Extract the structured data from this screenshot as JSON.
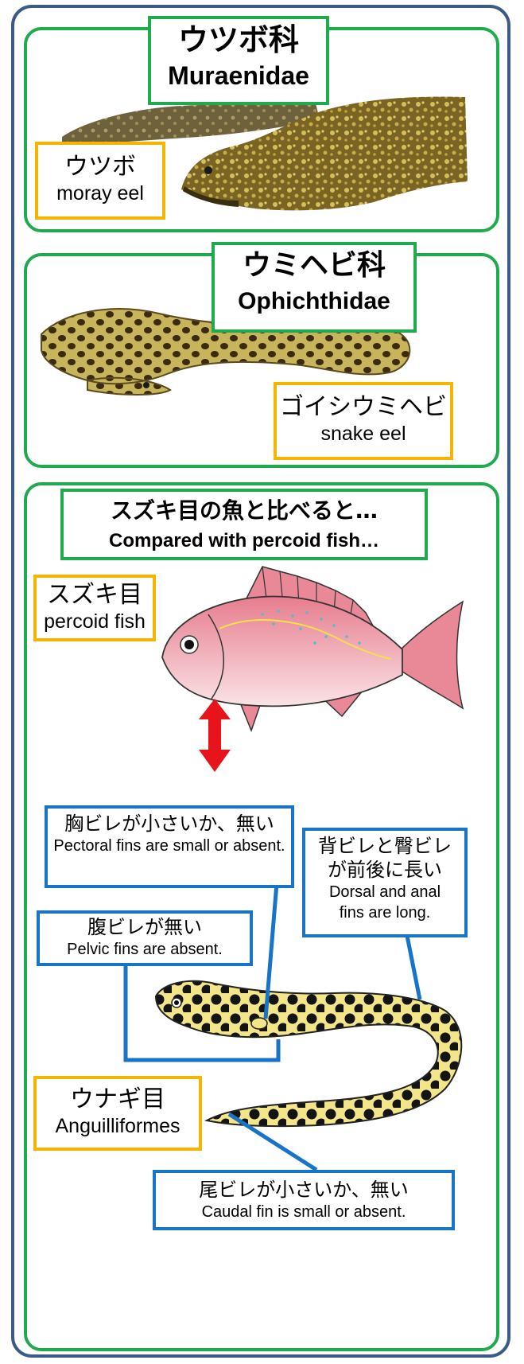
{
  "panels": {
    "muraenidae": {
      "title_jp": "ウツボ科",
      "title_en": "Muraenidae",
      "species_jp": "ウツボ",
      "species_en": "moray eel"
    },
    "ophichthidae": {
      "title_jp": "ウミヘビ科",
      "title_en": "Ophichthidae",
      "species_jp": "ゴイシウミヘビ",
      "species_en": "snake eel"
    },
    "comparison": {
      "title_jp": "スズキ目の魚と比べると…",
      "title_en": "Compared with percoid fish…",
      "percoid_jp": "スズキ目",
      "percoid_en": "percoid fish",
      "anguilliformes_jp": "ウナギ目",
      "anguilliformes_en": "Anguilliformes"
    }
  },
  "features": {
    "pectoral": {
      "jp": "胸ビレが小さいか、無い",
      "en": "Pectoral fins are small or absent."
    },
    "pelvic": {
      "jp": "腹ビレが無い",
      "en": "Pelvic fins are absent."
    },
    "dorsal_anal_jp_1": "背ビレと臀ビレ",
    "dorsal_anal_jp_2": "が前後に長い",
    "dorsal_anal_en_1": "Dorsal and anal",
    "dorsal_anal_en_2": "fins are long.",
    "caudal": {
      "jp": "尾ビレが小さいか、無い",
      "en": "Caudal fin is small or absent."
    }
  },
  "colors": {
    "outer_border": "#3b5a88",
    "panel_border": "#1faa4e",
    "species_label_border": "#f4b400",
    "feature_label_border": "#1874c6",
    "arrow": "#e8141b"
  },
  "icons": [
    "moray-eel-photo",
    "snake-eel-photo",
    "percoid-fish-illustration",
    "spotted-eel-illustration",
    "red-double-arrow-icon"
  ]
}
